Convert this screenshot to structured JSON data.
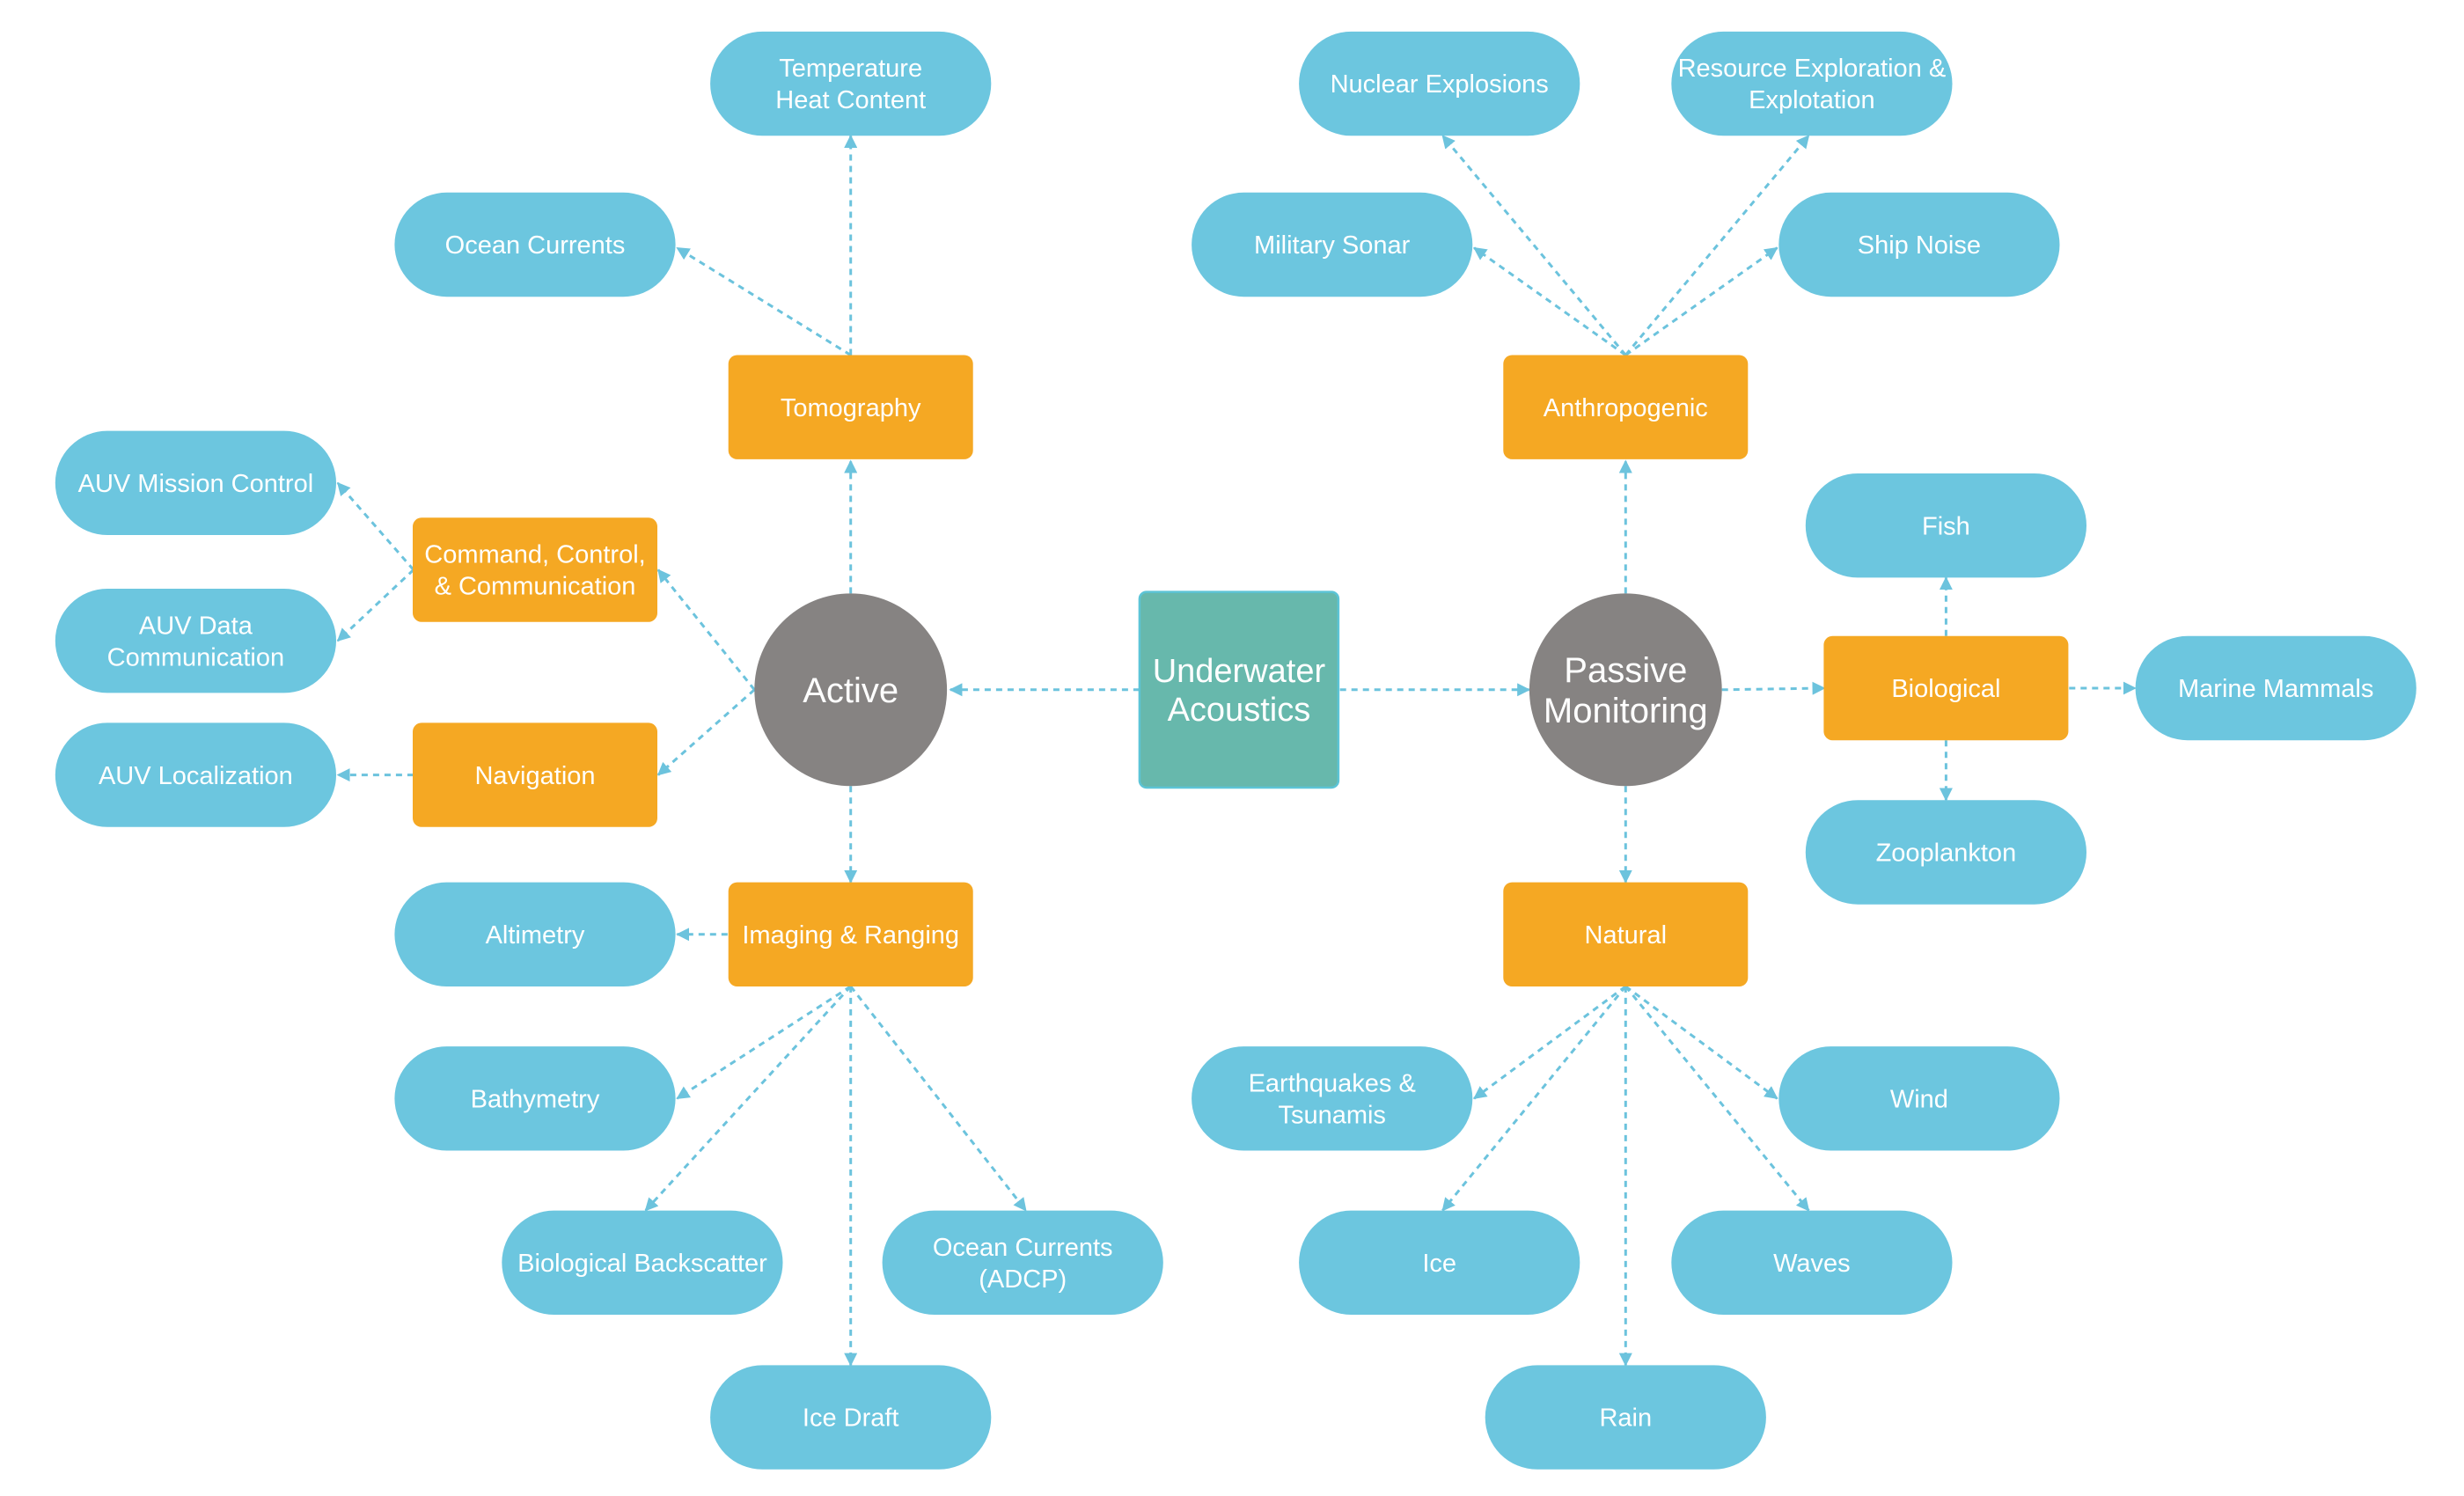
{
  "colors": {
    "root": "#67b8ac",
    "root_border": "#5cc4d6",
    "hub": "#868382",
    "category": "#f5a823",
    "leaf": "#6cc6df",
    "edge": "#6cc3dd",
    "text": "#ffffff"
  },
  "diagram": {
    "nodes": [
      {
        "id": "root",
        "kind": "root",
        "lines": [
          "Underwater",
          "Acoustics"
        ]
      },
      {
        "id": "active",
        "kind": "hub",
        "lines": [
          "Active"
        ]
      },
      {
        "id": "passive",
        "kind": "hub",
        "lines": [
          "Passive",
          "Monitoring"
        ]
      },
      {
        "id": "tomography",
        "kind": "category",
        "lines": [
          "Tomography"
        ]
      },
      {
        "id": "c3",
        "kind": "category",
        "lines": [
          "Command, Control,",
          "& Communication"
        ]
      },
      {
        "id": "navigation",
        "kind": "category",
        "lines": [
          "Navigation"
        ]
      },
      {
        "id": "imaging",
        "kind": "category",
        "lines": [
          "Imaging & Ranging"
        ]
      },
      {
        "id": "anthropogenic",
        "kind": "category",
        "lines": [
          "Anthropogenic"
        ]
      },
      {
        "id": "biological",
        "kind": "category",
        "lines": [
          "Biological"
        ]
      },
      {
        "id": "natural",
        "kind": "category",
        "lines": [
          "Natural"
        ]
      },
      {
        "id": "temperature",
        "kind": "leaf",
        "lines": [
          "Temperature",
          "Heat Content"
        ]
      },
      {
        "id": "ocean-currents",
        "kind": "leaf",
        "lines": [
          "Ocean Currents"
        ]
      },
      {
        "id": "auv-mission",
        "kind": "leaf",
        "lines": [
          "AUV Mission Control"
        ]
      },
      {
        "id": "auv-data",
        "kind": "leaf",
        "lines": [
          "AUV Data",
          "Communication"
        ]
      },
      {
        "id": "auv-localization",
        "kind": "leaf",
        "lines": [
          "AUV Localization"
        ]
      },
      {
        "id": "altimetry",
        "kind": "leaf",
        "lines": [
          "Altimetry"
        ]
      },
      {
        "id": "bathymetry",
        "kind": "leaf",
        "lines": [
          "Bathymetry"
        ]
      },
      {
        "id": "bio-backscatter",
        "kind": "leaf",
        "lines": [
          "Biological Backscatter"
        ]
      },
      {
        "id": "ocean-currents-adcp",
        "kind": "leaf",
        "lines": [
          "Ocean Currents",
          "(ADCP)"
        ]
      },
      {
        "id": "ice-draft",
        "kind": "leaf",
        "lines": [
          "Ice Draft"
        ]
      },
      {
        "id": "nuclear",
        "kind": "leaf",
        "lines": [
          "Nuclear Explosions"
        ]
      },
      {
        "id": "resource",
        "kind": "leaf",
        "lines": [
          "Resource Exploration &",
          "Explotation"
        ]
      },
      {
        "id": "military-sonar",
        "kind": "leaf",
        "lines": [
          "Military Sonar"
        ]
      },
      {
        "id": "ship-noise",
        "kind": "leaf",
        "lines": [
          "Ship Noise"
        ]
      },
      {
        "id": "fish",
        "kind": "leaf",
        "lines": [
          "Fish"
        ]
      },
      {
        "id": "marine-mammals",
        "kind": "leaf",
        "lines": [
          "Marine Mammals"
        ]
      },
      {
        "id": "zooplankton",
        "kind": "leaf",
        "lines": [
          "Zooplankton"
        ]
      },
      {
        "id": "earthquakes",
        "kind": "leaf",
        "lines": [
          "Earthquakes &",
          "Tsunamis"
        ]
      },
      {
        "id": "wind",
        "kind": "leaf",
        "lines": [
          "Wind"
        ]
      },
      {
        "id": "ice",
        "kind": "leaf",
        "lines": [
          "Ice"
        ]
      },
      {
        "id": "waves",
        "kind": "leaf",
        "lines": [
          "Waves"
        ]
      },
      {
        "id": "rain",
        "kind": "leaf",
        "lines": [
          "Rain"
        ]
      }
    ],
    "edges": [
      {
        "from": "root",
        "to": "active"
      },
      {
        "from": "root",
        "to": "passive"
      },
      {
        "from": "active",
        "to": "tomography"
      },
      {
        "from": "active",
        "to": "c3"
      },
      {
        "from": "active",
        "to": "navigation"
      },
      {
        "from": "active",
        "to": "imaging"
      },
      {
        "from": "tomography",
        "to": "temperature"
      },
      {
        "from": "tomography",
        "to": "ocean-currents"
      },
      {
        "from": "c3",
        "to": "auv-mission"
      },
      {
        "from": "c3",
        "to": "auv-data"
      },
      {
        "from": "navigation",
        "to": "auv-localization"
      },
      {
        "from": "imaging",
        "to": "altimetry"
      },
      {
        "from": "imaging",
        "to": "bathymetry"
      },
      {
        "from": "imaging",
        "to": "bio-backscatter"
      },
      {
        "from": "imaging",
        "to": "ice-draft"
      },
      {
        "from": "imaging",
        "to": "ocean-currents-adcp"
      },
      {
        "from": "passive",
        "to": "anthropogenic"
      },
      {
        "from": "passive",
        "to": "biological"
      },
      {
        "from": "passive",
        "to": "natural"
      },
      {
        "from": "anthropogenic",
        "to": "nuclear"
      },
      {
        "from": "anthropogenic",
        "to": "resource"
      },
      {
        "from": "anthropogenic",
        "to": "military-sonar"
      },
      {
        "from": "anthropogenic",
        "to": "ship-noise"
      },
      {
        "from": "biological",
        "to": "fish"
      },
      {
        "from": "biological",
        "to": "marine-mammals"
      },
      {
        "from": "biological",
        "to": "zooplankton"
      },
      {
        "from": "natural",
        "to": "earthquakes"
      },
      {
        "from": "natural",
        "to": "wind"
      },
      {
        "from": "natural",
        "to": "ice"
      },
      {
        "from": "natural",
        "to": "waves"
      },
      {
        "from": "natural",
        "to": "rain"
      }
    ]
  }
}
